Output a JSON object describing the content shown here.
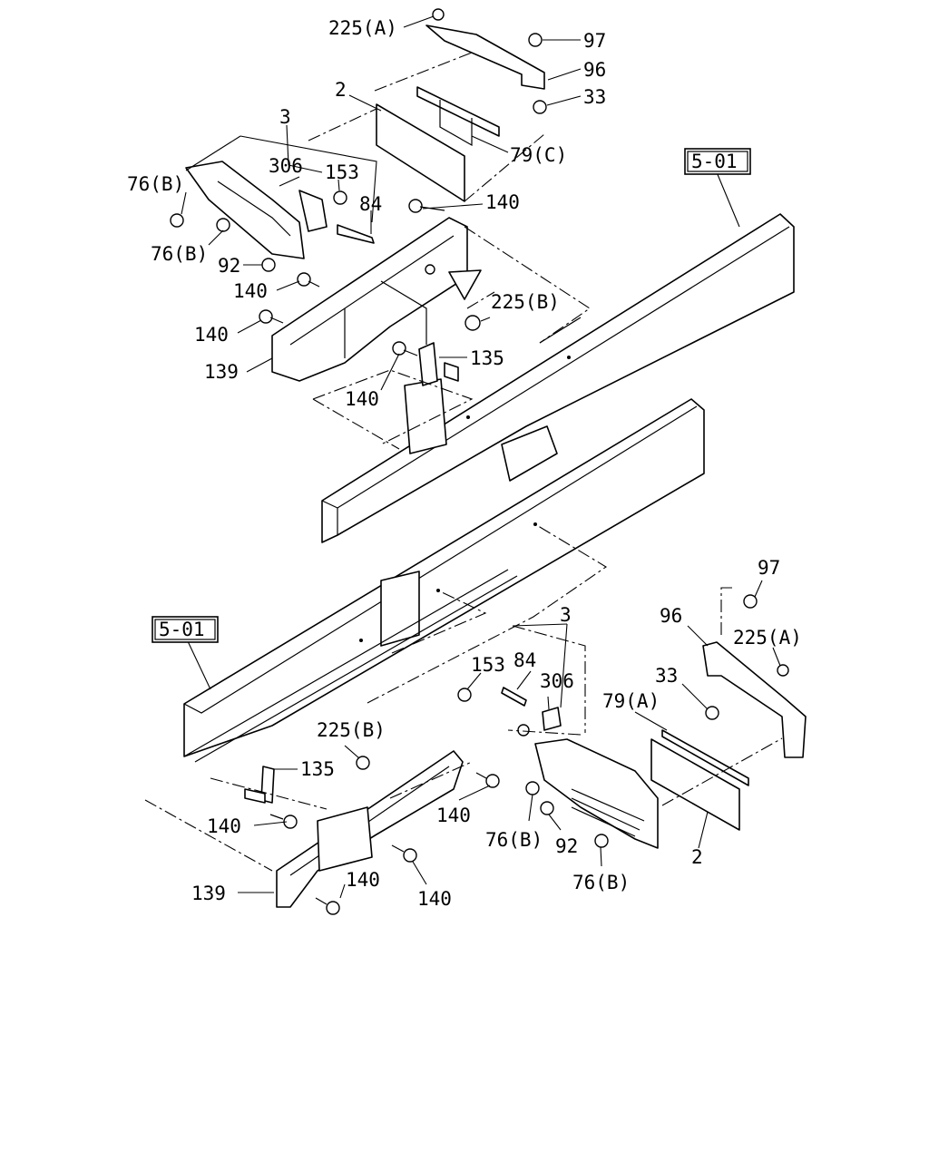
{
  "references": {
    "frame_upper": "5-01",
    "frame_lower": "5-01"
  },
  "upper": {
    "c225a": "225(A)",
    "c97": "97",
    "c96": "96",
    "c33": "33",
    "c2": "2",
    "c3": "3",
    "c306": "306",
    "c153": "153",
    "c84": "84",
    "c79c": "79(C)",
    "c76b_1": "76(B)",
    "c76b_2": "76(B)",
    "c140_1": "140",
    "c140_2": "140",
    "c140_3": "140",
    "c140_4": "140",
    "c92": "92",
    "c225b": "225(B)",
    "c135": "135",
    "c139": "139"
  },
  "lower": {
    "c97": "97",
    "c96": "96",
    "c225a": "225(A)",
    "c3": "3",
    "c84": "84",
    "c153": "153",
    "c306": "306",
    "c33": "33",
    "c79a": "79(A)",
    "c225b": "225(B)",
    "c135": "135",
    "c140_1": "140",
    "c140_2": "140",
    "c140_3": "140",
    "c140_4": "140",
    "c76b_1": "76(B)",
    "c76b_2": "76(B)",
    "c92": "92",
    "c2": "2",
    "c139": "139"
  }
}
